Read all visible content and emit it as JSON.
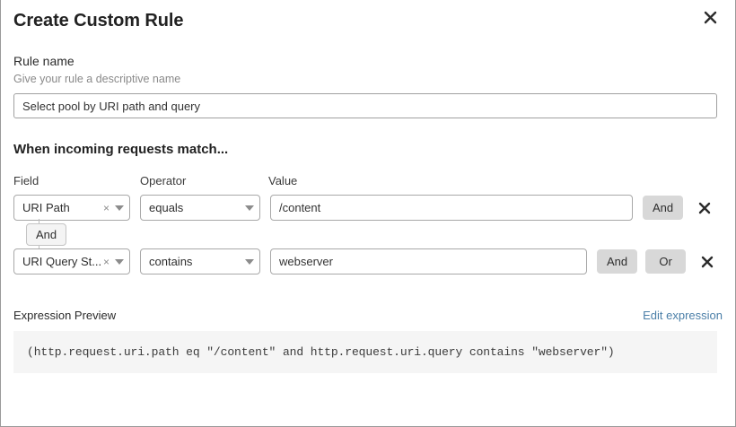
{
  "dialog": {
    "title": "Create Custom Rule",
    "close_icon": "close-icon"
  },
  "rule_name": {
    "label": "Rule name",
    "help": "Give your rule a descriptive name",
    "value": "Select pool by URI path and query",
    "placeholder": "Select pool by URI path and query"
  },
  "match_section": {
    "heading": "When incoming requests match...",
    "columns": {
      "field": "Field",
      "operator": "Operator",
      "value": "Value"
    },
    "conditions": [
      {
        "field": "URI Path",
        "operator": "equals",
        "value": "/content",
        "clear_icon": "close-small-icon",
        "caret_icon": "chevron-down-icon",
        "logic_buttons": [
          "And"
        ],
        "delete_icon": "delete-icon"
      },
      {
        "field": "URI Query St...",
        "operator": "contains",
        "value": "webserver",
        "clear_icon": "close-small-icon",
        "caret_icon": "chevron-down-icon",
        "logic_buttons": [
          "And",
          "Or"
        ],
        "delete_icon": "delete-icon"
      }
    ],
    "connector": {
      "label": "And"
    }
  },
  "expression": {
    "label": "Expression Preview",
    "edit_link": "Edit expression",
    "text": "(http.request.uri.path eq \"/content\" and http.request.uri.query contains \"webserver\")"
  },
  "colors": {
    "link": "#4b7fa8",
    "logic_button_bg": "#d8d8d8",
    "expression_bg": "#f5f5f5",
    "connector_bg": "#f4f4f4"
  }
}
